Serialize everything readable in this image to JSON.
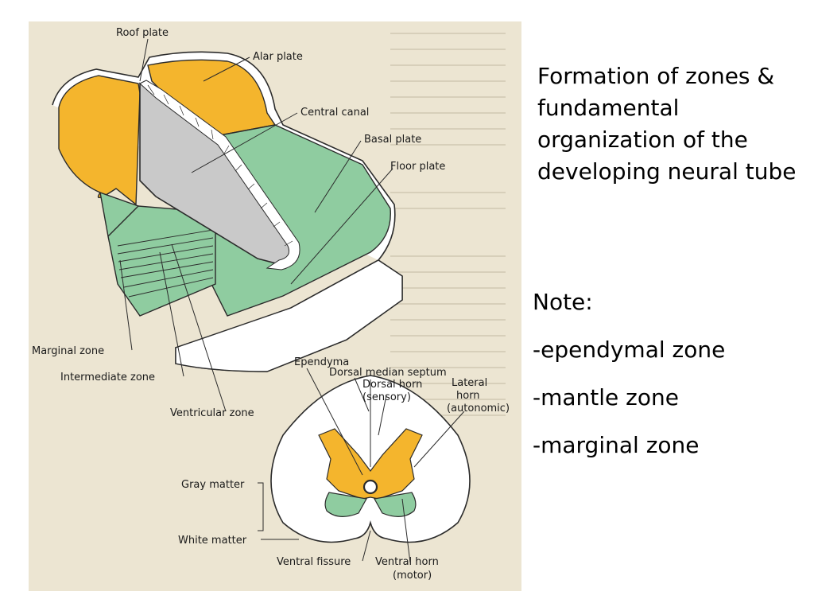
{
  "title": "Formation of zones & fundamental organization of the developing neural tube",
  "note_heading": "Note:",
  "note_items": [
    "-ependymal zone",
    "-mantle zone",
    "-marginal zone"
  ],
  "diagram_labels": {
    "roof_plate": "Roof plate",
    "alar_plate": "Alar plate",
    "central_canal": "Central canal",
    "basal_plate": "Basal plate",
    "floor_plate": "Floor plate",
    "marginal_zone": "Marginal zone",
    "intermediate_zone": "Intermediate zone",
    "ventricular_zone": "Ventricular zone",
    "ependyma": "Ependyma",
    "dorsal_median_septum": "Dorsal median septum",
    "dorsal_horn": "Dorsal horn",
    "dorsal_horn_sub": "(sensory)",
    "lateral_horn": "Lateral",
    "lateral_horn_2": "horn",
    "lateral_horn_sub": "(autonomic)",
    "gray_matter": "Gray matter",
    "white_matter": "White matter",
    "ventral_fissure": "Ventral fissure",
    "ventral_horn": "Ventral horn",
    "ventral_horn_sub": "(motor)"
  },
  "colors": {
    "page_bg": "#ffffff",
    "figure_bg": "#ece5d2",
    "alar": "#f4b52d",
    "basal": "#8fcca0",
    "canal": "#c9c9c9",
    "outline": "#2b2b2b"
  }
}
